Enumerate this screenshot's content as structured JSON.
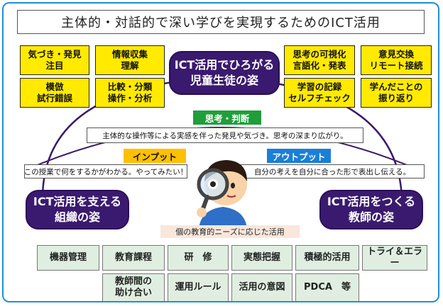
{
  "title": "主体的・対話的で深い学びを実現するためのICT活用",
  "top_left_boxes": [
    "気づき・発見\n注目",
    "模倣\n試行錯誤",
    "情報収集\n理解",
    "比較・分類\n操作・分析"
  ],
  "top_right_boxes": [
    "思考の可視化\n言語化・発表",
    "学習の記録\nセルフチェック",
    "意見交換\nリモート接続",
    "学んだことの\n振り返り"
  ],
  "center_heading": "ICT活用でひろがる\n児童生徒の姿",
  "thinking": {
    "label": "思考・判断",
    "text": "主体的な操作等による実感を伴った発見や気づき。思考の深まり広がり。"
  },
  "input": {
    "label": "インプット",
    "text": "この授業で何をするかがわかる。やってみたい！"
  },
  "output": {
    "label": "アウトプット",
    "text": "自分の考えを自分に合った形で表出し伝える。"
  },
  "left_heading": "ICT活用を支える\n組織の姿",
  "right_heading": "ICT活用をつくる\n教師の姿",
  "pink_bar": "個の教育的ニーズに応じた活用",
  "bottom_row1": [
    "機器管理",
    "教育課程",
    "研　修",
    "実態把握",
    "積極的活用",
    "トライ＆エラー"
  ],
  "bottom_row2": [
    "教師間の\n助け合い",
    "運用ルール",
    "活用の意図",
    "PDCA　等"
  ],
  "colors": {
    "frame": "#1f8fd6",
    "yellow": "#ffea00",
    "purple": "#3a1a6e",
    "green": "#1f9e3a",
    "orange": "#ffc000",
    "blue": "#1a7fd6"
  },
  "illustration": "magnifying-glass-person"
}
